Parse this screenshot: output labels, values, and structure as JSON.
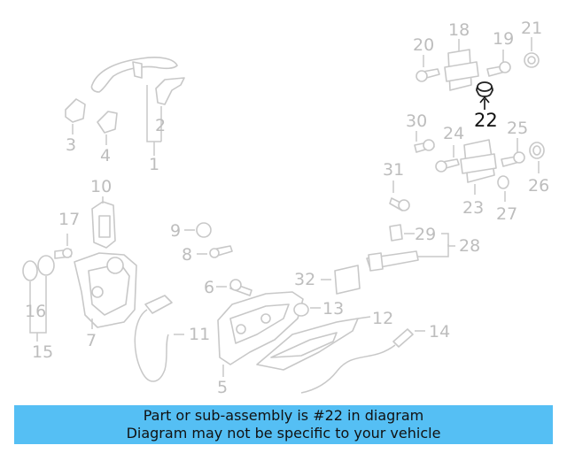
{
  "diagram": {
    "highlighted_part": "22",
    "highlight_color": "#111111",
    "part_color": "#c8c8c8",
    "callouts": [
      "1",
      "2",
      "3",
      "4",
      "5",
      "6",
      "7",
      "8",
      "9",
      "10",
      "11",
      "12",
      "13",
      "14",
      "15",
      "16",
      "17",
      "18",
      "19",
      "20",
      "21",
      "22",
      "23",
      "24",
      "25",
      "26",
      "27",
      "28",
      "29",
      "30",
      "31",
      "32"
    ]
  },
  "banner": {
    "line1": "Part or sub-assembly is #22 in diagram",
    "line2": "Diagram may not be specific to your vehicle",
    "background": "#55bff4"
  }
}
